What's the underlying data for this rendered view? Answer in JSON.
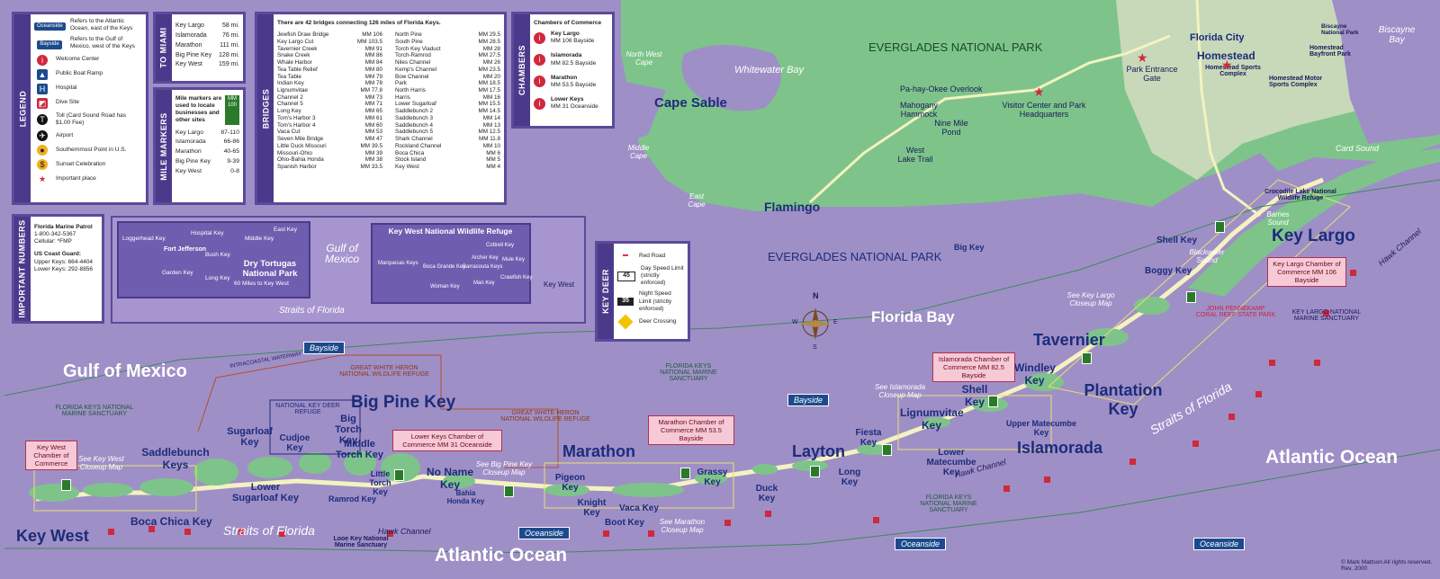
{
  "legend": {
    "tab": "LEGEND",
    "items": [
      {
        "badge": "Oceanside",
        "text": "Refers to the Atlantic Ocean, east of the Keys",
        "color": "#1d4a8c"
      },
      {
        "badge": "Bayside",
        "text": "Refers to the Gulf of Mexico, west of the Keys",
        "color": "#1d4a8c"
      },
      {
        "icon": "welcome-center-icon",
        "text": "Welcome Center"
      },
      {
        "icon": "boat-ramp-icon",
        "text": "Public Boat Ramp"
      },
      {
        "icon": "hospital-icon",
        "text": "Hospital"
      },
      {
        "icon": "dive-site-icon",
        "text": "Dive Site"
      },
      {
        "icon": "toll-icon",
        "text": "Toll (Card Sound Road has $1.00 Fee)"
      },
      {
        "icon": "airport-icon",
        "text": "Airport"
      },
      {
        "icon": "southernmost-point-icon",
        "text": "Southernmost Point in U.S."
      },
      {
        "icon": "sunset-icon",
        "text": "Sunset Celebration"
      },
      {
        "icon": "star-icon",
        "text": "Important place"
      }
    ]
  },
  "to_miami": {
    "tab": "TO MIAMI",
    "rows": [
      {
        "place": "Key Largo",
        "dist": "58 mi."
      },
      {
        "place": "Islamorada",
        "dist": "76 mi."
      },
      {
        "place": "Marathon",
        "dist": "111 mi."
      },
      {
        "place": "Big Pine Key",
        "dist": "128 mi."
      },
      {
        "place": "Key West",
        "dist": "159 mi."
      }
    ]
  },
  "mile_markers": {
    "tab": "MILE MARKERS",
    "intro": "Mile markers are used to locate businesses and other sites",
    "badge": "MM 100",
    "rows": [
      {
        "place": "Key Largo",
        "range": "87-110"
      },
      {
        "place": "Islamorada",
        "range": "66-86"
      },
      {
        "place": "Marathon",
        "range": "40-65"
      },
      {
        "place": "Big Pine Key",
        "range": "9-39"
      },
      {
        "place": "Key West",
        "range": "0-8"
      }
    ]
  },
  "bridges": {
    "tab": "BRIDGES",
    "header": "There are 42 bridges connecting 126 miles of Florida Keys.",
    "col1": [
      [
        "Jewfish Draw Bridge",
        "MM 106"
      ],
      [
        "Key Largo Cut",
        "MM 103.5"
      ],
      [
        "Tavernier Creek",
        "MM 91"
      ],
      [
        "Snake Creek",
        "MM 86"
      ],
      [
        "Whale Harbor",
        "MM 84"
      ],
      [
        "Tea Table Relief",
        "MM 80"
      ],
      [
        "Tea Table",
        "MM 79"
      ],
      [
        "Indian Key",
        "MM 78"
      ],
      [
        "Lignumvitae",
        "MM 77.8"
      ],
      [
        "Channel 2",
        "MM 73"
      ],
      [
        "Channel 5",
        "MM 71"
      ],
      [
        "Long Key",
        "MM 65"
      ],
      [
        "Tom's Harbor 3",
        "MM 61"
      ],
      [
        "Tom's Harbor 4",
        "MM 60"
      ],
      [
        "Vaca Cut",
        "MM 53"
      ],
      [
        "Seven Mile Bridge",
        "MM 47"
      ],
      [
        "Little Duck Missouri",
        "MM 39.5"
      ],
      [
        "Missouri-Ohio",
        "MM 39"
      ],
      [
        "Ohio-Bahia Honda",
        "MM 38"
      ],
      [
        "Spanish Harbor",
        "MM 33.5"
      ]
    ],
    "col2": [
      [
        "North Pine",
        "MM 29.5"
      ],
      [
        "South Pine",
        "MM 28.5"
      ],
      [
        "Torch Key Viaduct",
        "MM 28"
      ],
      [
        "Torch-Ramrod",
        "MM 27.5"
      ],
      [
        "Niles Channel",
        "MM 26"
      ],
      [
        "Kemp's Channel",
        "MM 23.5"
      ],
      [
        "Bow Channel",
        "MM 20"
      ],
      [
        "Park",
        "MM 18.5"
      ],
      [
        "North Harris",
        "MM 17.5"
      ],
      [
        "Harris",
        "MM 16"
      ],
      [
        "Lower Sugarloaf",
        "MM 15.5"
      ],
      [
        "Saddlebunch 2",
        "MM 14.5"
      ],
      [
        "Saddlebunch 3",
        "MM 14"
      ],
      [
        "Saddlebunch 4",
        "MM 13"
      ],
      [
        "Saddlebunch 5",
        "MM 12.5"
      ],
      [
        "Shark Channel",
        "MM 11.8"
      ],
      [
        "Rockland Channel",
        "MM 10"
      ],
      [
        "Boca Chica",
        "MM 6"
      ],
      [
        "Stock Island",
        "MM 5"
      ],
      [
        "Key West",
        "MM 4"
      ]
    ]
  },
  "chambers": {
    "tab": "CHAMBERS",
    "title": "Chambers of Commerce",
    "items": [
      {
        "name": "Key Largo",
        "loc": "MM 106 Bayside"
      },
      {
        "name": "Islamorada",
        "loc": "MM 82.5 Bayside"
      },
      {
        "name": "Marathon",
        "loc": "MM 53.5 Bayside"
      },
      {
        "name": "Lower Keys",
        "loc": "MM 31 Oceanside"
      }
    ]
  },
  "important_numbers": {
    "tab": "IMPORTANT NUMBERS",
    "patrol_title": "Florida Marine Patrol",
    "patrol_phone": "1-800-342-5367",
    "patrol_cell": "Cellular: *FMP",
    "cg_title": "US Coast Guard:",
    "cg_upper": "Upper Keys: 664-4404",
    "cg_lower": "Lower Keys: 292-8856"
  },
  "key_deer": {
    "tab": "KEY DEER",
    "items": [
      {
        "text": "Red Road"
      },
      {
        "badge": "45",
        "text": "Day Speed Limit (strictly enforced)"
      },
      {
        "badge": "35",
        "text": "Night Speed Limit (strictly enforced)"
      },
      {
        "text": "Deer Crossing"
      }
    ]
  },
  "tortugas_inset": {
    "title": "Dry Tortugas National Park",
    "subtitle": "60 Miles to Key West",
    "labels": [
      "Loggerhead Key",
      "Fort Jefferson",
      "Garden Key",
      "Hospital Key",
      "Bush Key",
      "Long Key",
      "Middle Key",
      "East Key"
    ]
  },
  "refuge_inset": {
    "title": "Key West National Wildlife Refuge",
    "labels": [
      "Marquesas Keys",
      "Boca Grande Key",
      "Woman Key",
      "Cottrell Key",
      "Archer Key",
      "Barracouta Keys",
      "Mule Key",
      "Man Key",
      "Crawfish Key"
    ],
    "keywest": "Key West"
  },
  "insets_water": {
    "gulf": "Gulf of Mexico",
    "straits": "Straits of Florida"
  },
  "water": {
    "gulf": "Gulf of Mexico",
    "atlantic_bottom": "Atlantic Ocean",
    "atlantic_right": "Atlantic Ocean",
    "florida_bay": "Florida Bay",
    "straits_left": "Straits of Florida",
    "straits_right": "Straits of Florida",
    "whitewater": "Whitewater Bay",
    "biscayne": "Biscayne Bay",
    "card_sound": "Card Sound",
    "hawk_channel_1": "Hawk Channel",
    "hawk_channel_2": "Hawk Channel",
    "hawk_channel_3": "Hawk Channel",
    "blackwater": "Blackwater Sound",
    "barnes": "Barnes Sound"
  },
  "tags": {
    "bayside_1": "Bayside",
    "bayside_2": "Bayside",
    "oceanside_1": "Oceanside",
    "oceanside_2": "Oceanside",
    "oceanside_3": "Oceanside"
  },
  "mainland": {
    "everglades_top": "EVERGLADES NATIONAL PARK",
    "everglades_mid": "EVERGLADES NATIONAL PARK",
    "cape_sable": "Cape Sable",
    "flamingo": "Flamingo",
    "florida_city": "Florida City",
    "homestead": "Homestead",
    "nw_cape": "North West Cape",
    "middle_cape": "Middle Cape",
    "east_cape": "East Cape",
    "park_gate": "Park Entrance Gate",
    "visitor": "Visitor Center and Park Headquarters",
    "pahayokee": "Pa-hay-Okee Overlook",
    "mahogany": "Mahogany Hammock",
    "ninemile": "Nine Mile Pond",
    "westlake": "West Lake Trail",
    "homestead_sports": "Homestead Sports Complex",
    "homestead_motor": "Homestead Motor Sports Complex",
    "homestead_bayfront": "Homestead Bayfront Park",
    "biscayne_np": "Biscayne National Park"
  },
  "keys": {
    "key_west": "Key West",
    "boca_chica": "Boca Chica Key",
    "saddlebunch": "Saddlebunch Keys",
    "sugarloaf": "Sugarloaf Key",
    "lower_sugarloaf": "Lower Sugarloaf Key",
    "cudjoe": "Cudjoe Key",
    "big_torch": "Big Torch Key",
    "middle_torch": "Middle Torch Key",
    "little_torch": "Little Torch Key",
    "ramrod": "Ramrod Key",
    "big_pine": "Big Pine Key",
    "no_name": "No Name Key",
    "bahia_honda": "Bahia Honda Key",
    "marathon": "Marathon",
    "pigeon": "Pigeon Key",
    "knight": "Knight Key",
    "vaca": "Vaca Key",
    "boot": "Boot Key",
    "grassy": "Grassy Key",
    "duck": "Duck Key",
    "layton": "Layton",
    "long_key": "Long Key",
    "fiesta": "Fiesta Key",
    "lignumvitae": "Lignumvitae Key",
    "lower_matecumbe": "Lower Matecumbe Key",
    "upper_matecumbe": "Upper Matecumbe Key",
    "islamorada": "Islamorada",
    "shell": "Shell Key",
    "windley": "Windley Key",
    "plantation": "Plantation Key",
    "tavernier": "Tavernier",
    "key_largo": "Key Largo",
    "boggy": "Boggy Key",
    "shell_key_top": "Shell Key",
    "big_key": "Big Key"
  },
  "chamber_callouts": {
    "key_west": "Key West Chamber of Commerce",
    "lower_keys": "Lower Keys Chamber of Commerce MM 31 Oceanside",
    "marathon": "Marathon Chamber of Commerce MM 53.5 Bayside",
    "islamorada": "Islamorada Chamber of Commerce MM 82.5 Bayside",
    "key_largo": "Key Largo Chamber of Commerce MM 106 Bayside"
  },
  "closeups": {
    "key_west": "See Key West Closeup Map",
    "big_pine": "See Big Pine Key Closeup Map",
    "marathon": "See Marathon Closeup Map",
    "islamorada": "See Islamorada Closeup Map",
    "key_largo": "See Key Largo Closeup Map"
  },
  "zones": {
    "sanctuary_left": "FLORIDA KEYS NATIONAL MARINE SANCTUARY",
    "sanctuary_mid": "FLORIDA KEYS NATIONAL MARINE SANCTUARY",
    "sanctuary_bottom": "FLORIDA KEYS NATIONAL MARINE SANCTUARY",
    "sanctuary_largo": "KEY LARGO NATIONAL MARINE SANCTUARY",
    "heron_refuge_1": "GREAT WHITE HERON NATIONAL WILDLIFE REFUGE",
    "heron_refuge_2": "GREAT WHITE HERON NATIONAL WILDLIFE REFUGE",
    "deer_refuge": "NATIONAL KEY DEER REFUGE",
    "pennekamp": "JOHN PENNEKAMP CORAL REEF STATE PARK",
    "looe": "Looe Key National Marine Sanctuary",
    "crocodile": "Crocodile Lake National Wildlife Refuge",
    "intracoastal": "INTRACOASTAL WATERWAY"
  },
  "compass": {
    "n": "N",
    "s": "S",
    "e": "E",
    "w": "W"
  },
  "copyright": "© Mark Mattson All rights reserved. Rev. 2000",
  "colors": {
    "water": "#9f8fc7",
    "land": "#7ec48a",
    "park_dark": "#a9d4a0",
    "panel_border": "#5a4a9a",
    "chamber_red": "#d0283c",
    "road": "#f4f2c0"
  }
}
